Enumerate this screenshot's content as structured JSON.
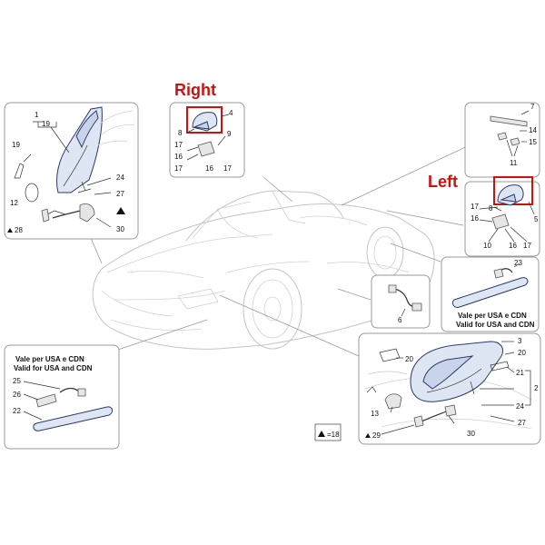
{
  "labels": {
    "right": "Right",
    "left": "Left",
    "usa_it_1": "Vale per USA e CDN",
    "usa_en_1": "Valid for USA and CDN",
    "usa_it_2": "Vale per USA e CDN",
    "usa_en_2": "Valid for USA and CDN",
    "legend_count": "=18"
  },
  "colors": {
    "highlight": "#cc1111",
    "part_fill": "#dfe6f3",
    "part_stroke": "#2a3a6a",
    "frame": "#9a9a9a",
    "car_line": "#c4c4c4"
  },
  "callouts": {
    "c1": "1",
    "c19": "19",
    "c19b": "19",
    "c12": "12",
    "c28": "28",
    "c24": "24",
    "c27": "27",
    "c30": "30",
    "r4": "4",
    "r8": "8",
    "r9": "9",
    "r17a": "17",
    "r16a": "16",
    "r17b": "17",
    "r16b": "16",
    "r17c": "17",
    "t7": "7",
    "t14": "14",
    "t15": "15",
    "t11": "11",
    "l17": "17",
    "l8": "8",
    "l5": "5",
    "l16": "16",
    "l10": "10",
    "l16b": "16",
    "l17b": "17",
    "s23": "23",
    "s6": "6",
    "f25": "25",
    "f26": "26",
    "f22": "22",
    "b3": "3",
    "b20": "20",
    "b21": "21",
    "b2": "2",
    "b24": "24",
    "b13": "13",
    "b29": "29",
    "b30": "30",
    "b27": "27",
    "b20b": "20"
  },
  "icons": [
    "triangle-marker-icon"
  ]
}
